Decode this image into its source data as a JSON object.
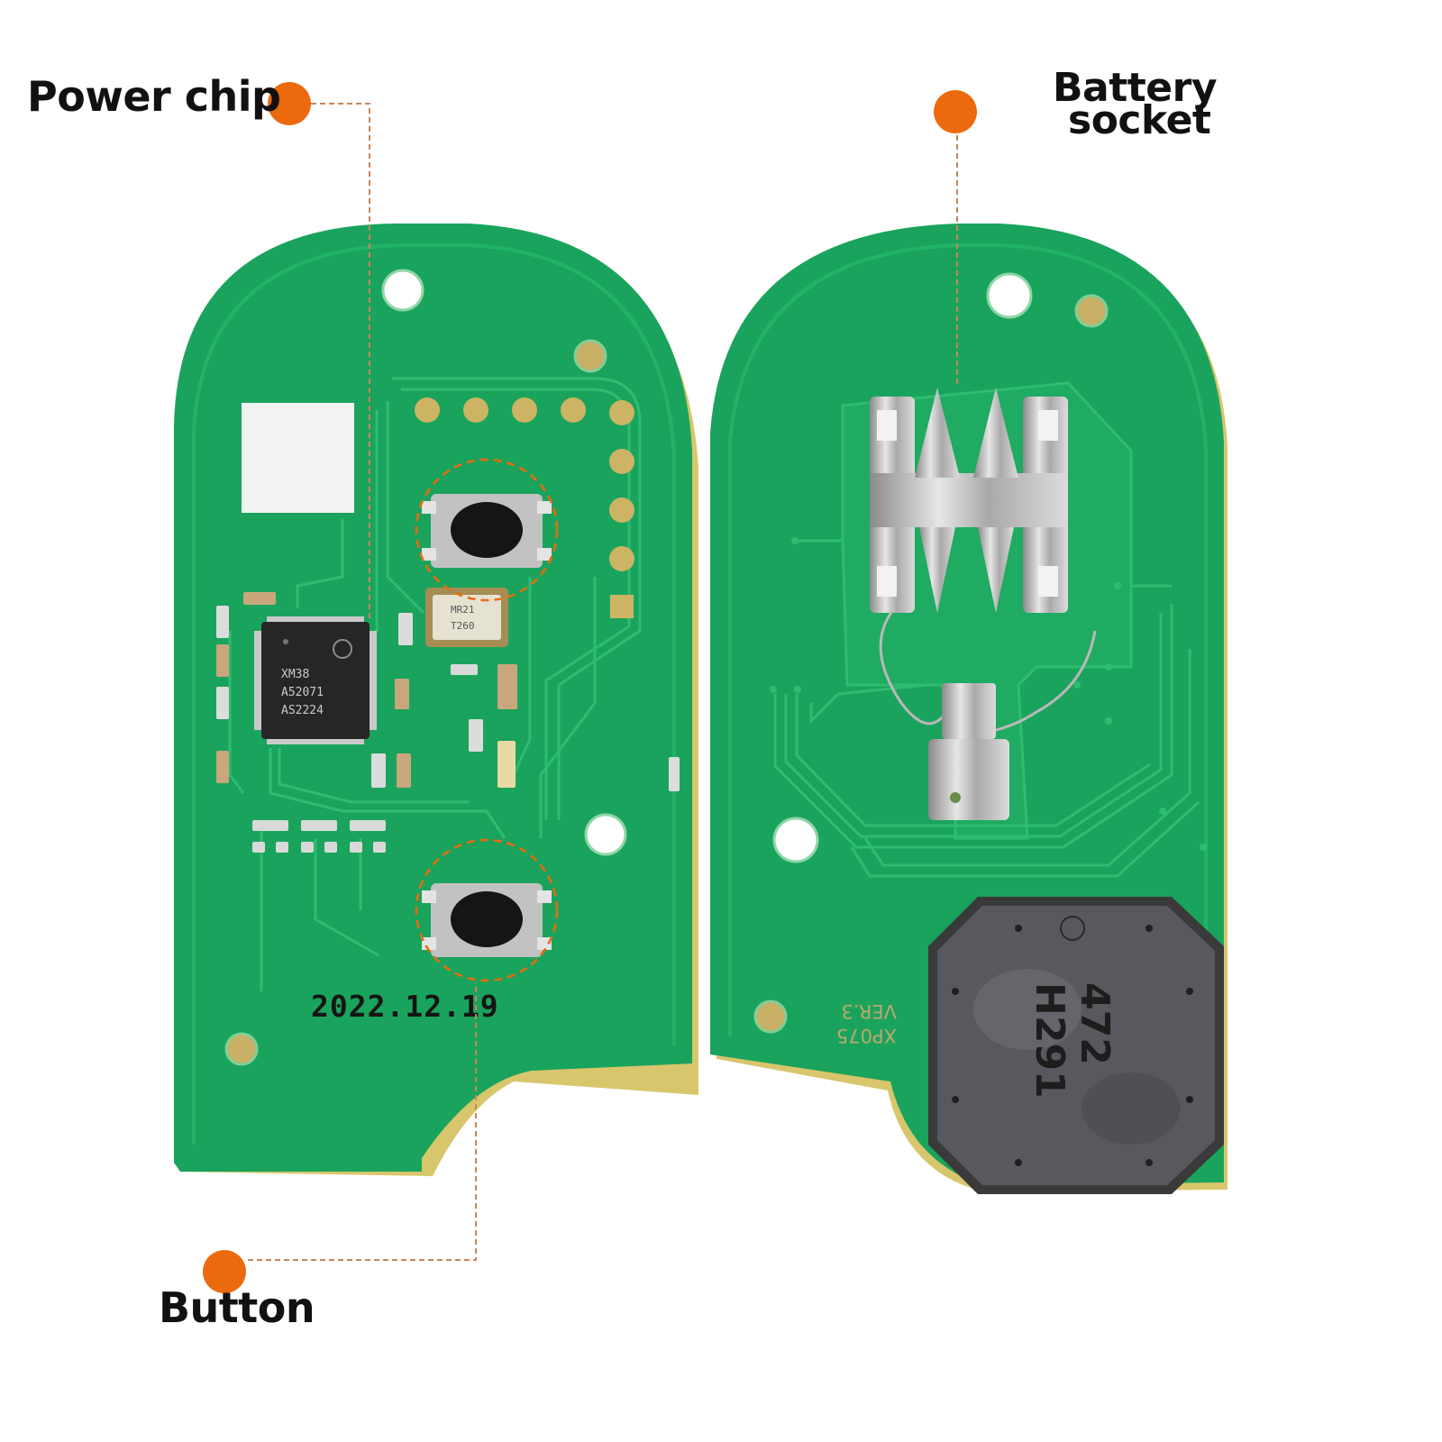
{
  "callouts": {
    "power_chip": "Power chip",
    "battery_socket": [
      "Battery",
      "socket"
    ],
    "button": "Button"
  },
  "board_front": {
    "chip_marking": [
      "XM38",
      "A52071",
      "AS2224"
    ],
    "crystal_marking": [
      "MR21",
      "T260"
    ],
    "date_print": "2022.12.19"
  },
  "board_back": {
    "silkscreen": [
      "XP075",
      "VER.3"
    ],
    "coil_marking": [
      "472",
      "H291"
    ]
  },
  "colors": {
    "pcb": "#1aa35c",
    "pcb_edge": "#d9c874",
    "callout_dot": "#ec6a0e",
    "callout_line": "#c8865a"
  },
  "icons": [
    "callout-dot-icon",
    "tactile-button-icon",
    "battery-clip-icon",
    "coil-icon"
  ]
}
